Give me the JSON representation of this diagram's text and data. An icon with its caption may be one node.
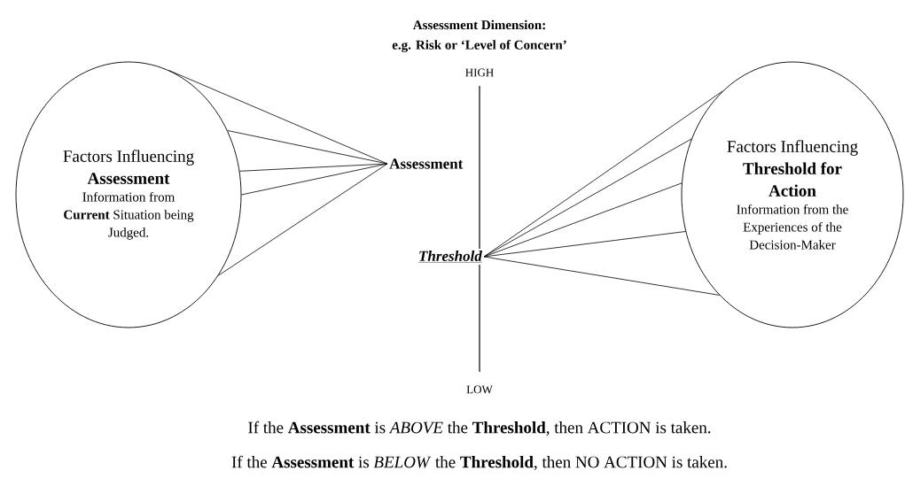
{
  "diagram": {
    "nodes": [
      {
        "text": [
          "Factors Influencing **Assessment**",
          "Information from **Current** Situation being Judged."
        ]
      },
      {
        "text": [
          "Assessment"
        ]
      },
      {
        "text": [
          "Threshold"
        ]
      },
      {
        "text": [
          "Factors Influencing **Threshold for Action**",
          "Information from the Experiences of the Decision-Maker"
        ]
      }
    ],
    "edges": [
      {
        "from": 0,
        "to": 1,
        "arrow": "none"
      },
      {
        "from": 0,
        "to": 1,
        "arrow": "none"
      },
      {
        "from": 0,
        "to": 1,
        "arrow": "none"
      },
      {
        "from": 0,
        "to": 1,
        "arrow": "none"
      },
      {
        "from": 0,
        "to": 1,
        "arrow": "none"
      },
      {
        "from": 3,
        "to": 2,
        "arrow": "none"
      },
      {
        "from": 3,
        "to": 2,
        "arrow": "none"
      },
      {
        "from": 3,
        "to": 2,
        "arrow": "none"
      },
      {
        "from": 3,
        "to": 2,
        "arrow": "none"
      },
      {
        "from": 3,
        "to": 2,
        "arrow": "none"
      }
    ],
    "labels": [
      "Assessment Dimension:",
      "e.g. Risk or ‘Level of Concern’",
      "HIGH",
      "LOW",
      "If the **Assessment** is *ABOVE* the **Threshold**, then ACTION is taken.",
      "If the **Assessment** is *BELOW* the **Threshold**, then NO ACTION is taken."
    ]
  }
}
